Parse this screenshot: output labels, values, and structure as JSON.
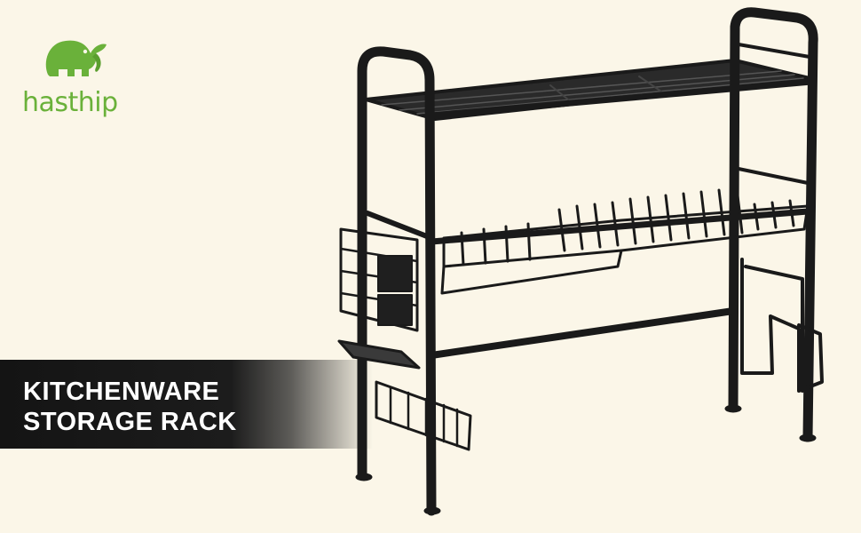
{
  "brand": {
    "name": "hasthip",
    "logo_icon": "elephant-icon",
    "color": "#6ab13a"
  },
  "banner": {
    "line1": "KITCHENWARE",
    "line2": "STORAGE RACK",
    "background": "#141414",
    "text_color": "#ffffff"
  },
  "product": {
    "image": "black-metal-over-sink-dish-rack",
    "color": "#1a1a1a"
  },
  "page": {
    "background": "#fbf6e8"
  }
}
